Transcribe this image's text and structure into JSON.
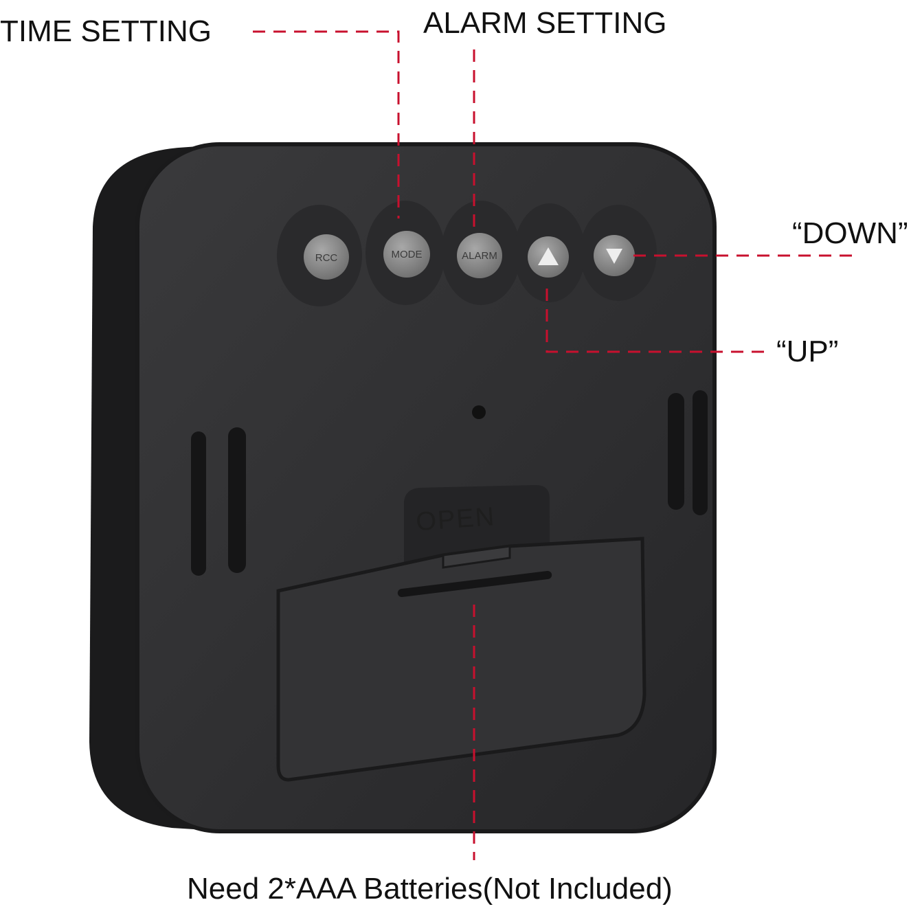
{
  "callouts": {
    "time_setting": "TIME SETTING",
    "alarm_setting": "ALARM SETTING",
    "down": "“DOWN”",
    "up": "“UP”",
    "batteries": "Need 2*AAA Batteries(Not Included)"
  },
  "buttons": {
    "rcc": "RCC",
    "mode": "MODE",
    "alarm": "ALARM",
    "up_icon": "triangle-up-icon",
    "down_icon": "triangle-down-icon"
  },
  "battery_cover": {
    "open_label": "OPEN"
  },
  "colors": {
    "body": "#2e2e30",
    "button": "#8c8c8c",
    "leader_line": "#c8102e",
    "text": "#111111"
  }
}
